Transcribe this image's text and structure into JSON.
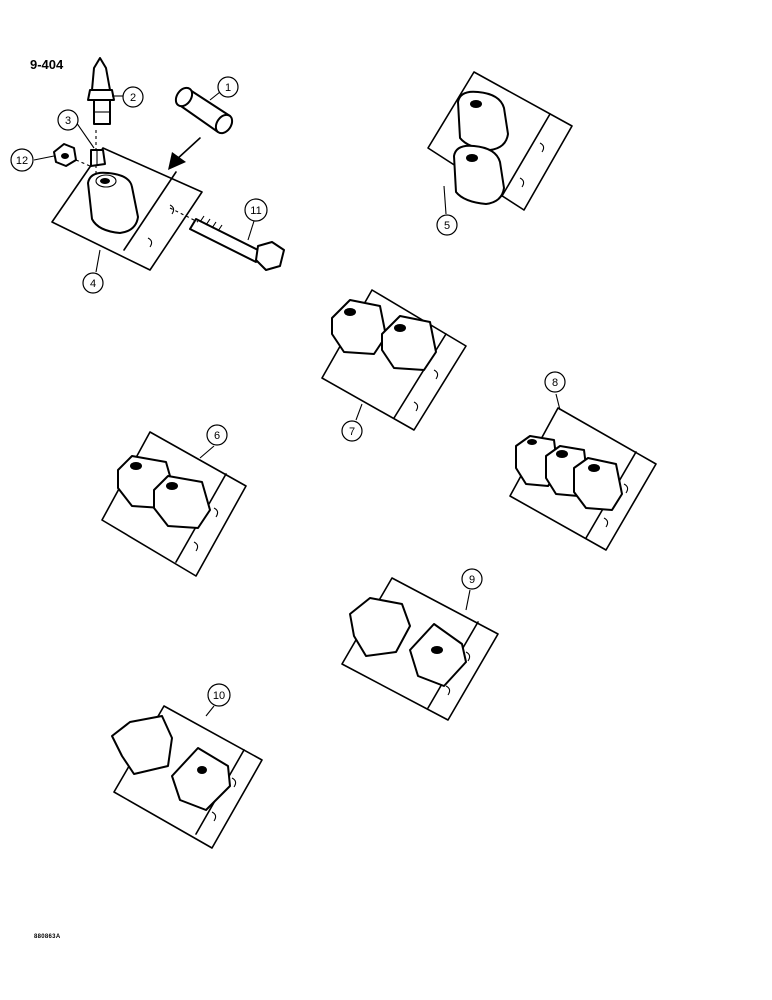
{
  "header": {
    "page_code": "9-404"
  },
  "footer": {
    "figure_code": "880863A"
  },
  "callouts": [
    {
      "id": "c1",
      "label": "1"
    },
    {
      "id": "c2",
      "label": "2"
    },
    {
      "id": "c3",
      "label": "3"
    },
    {
      "id": "c4",
      "label": "4"
    },
    {
      "id": "c5",
      "label": "5"
    },
    {
      "id": "c6",
      "label": "6"
    },
    {
      "id": "c7",
      "label": "7"
    },
    {
      "id": "c8",
      "label": "8"
    },
    {
      "id": "c9",
      "label": "9"
    },
    {
      "id": "c10",
      "label": "10"
    },
    {
      "id": "c11",
      "label": "11"
    },
    {
      "id": "c12",
      "label": "12"
    }
  ]
}
